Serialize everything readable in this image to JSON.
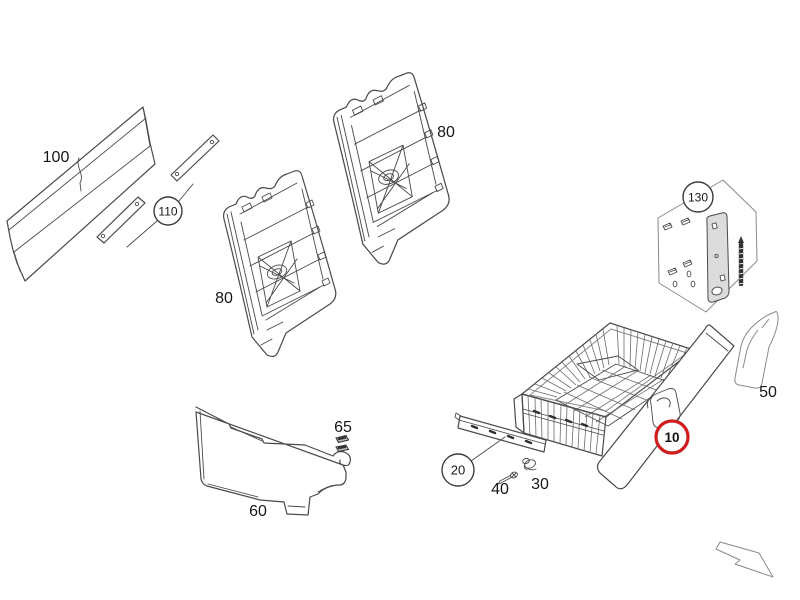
{
  "diagram": {
    "kind": "exploded-parts-diagram",
    "background_color": "#ffffff",
    "line_color": "#4a4a4a",
    "text_color": "#161616",
    "highlight_color": "#cf1d1d",
    "highlighted_part": "10",
    "parts": {
      "p100": {
        "label": "100",
        "callout": "plain"
      },
      "p110": {
        "label": "110",
        "callout": "circle"
      },
      "p80a": {
        "label": "80",
        "callout": "plain"
      },
      "p80b": {
        "label": "80",
        "callout": "plain"
      },
      "p130": {
        "label": "130",
        "callout": "circle"
      },
      "p50": {
        "label": "50",
        "callout": "plain"
      },
      "p10": {
        "label": "10",
        "callout": "red-circle"
      },
      "p20": {
        "label": "20",
        "callout": "circle"
      },
      "p30": {
        "label": "30",
        "callout": "plain"
      },
      "p40": {
        "label": "40",
        "callout": "plain"
      },
      "p60": {
        "label": "60",
        "callout": "plain"
      },
      "p65": {
        "label": "65",
        "callout": "plain"
      }
    }
  }
}
